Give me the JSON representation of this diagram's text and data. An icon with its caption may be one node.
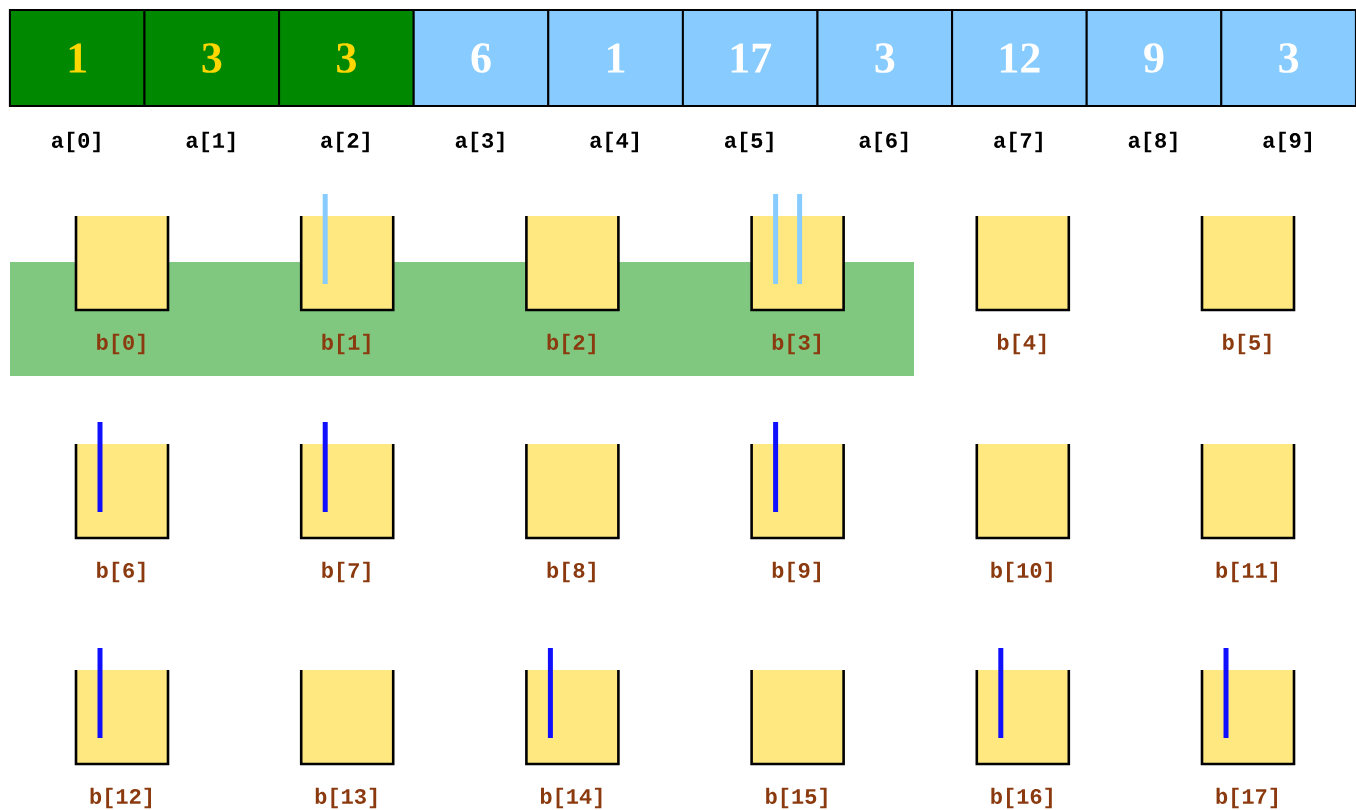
{
  "diagram": {
    "nodes": [
      {
        "text": [
          "1"
        ],
        "beside": [
          "a[0]"
        ]
      },
      {
        "text": [
          "3"
        ],
        "beside": [
          "a[1]"
        ]
      },
      {
        "text": [
          "3"
        ],
        "beside": [
          "a[2]"
        ]
      },
      {
        "text": [
          "6"
        ],
        "beside": [
          "a[3]"
        ]
      },
      {
        "text": [
          "1"
        ],
        "beside": [
          "a[4]"
        ]
      },
      {
        "text": [
          "17"
        ],
        "beside": [
          "a[5]"
        ]
      },
      {
        "text": [
          "3"
        ],
        "beside": [
          "a[6]"
        ]
      },
      {
        "text": [
          "12"
        ],
        "beside": [
          "a[7]"
        ]
      },
      {
        "text": [
          "9"
        ],
        "beside": [
          "a[8]"
        ]
      },
      {
        "text": [
          "3"
        ],
        "beside": [
          "a[9]"
        ]
      },
      {
        "text": [],
        "shape": "box",
        "beside": [
          "b[0]"
        ]
      },
      {
        "text": [],
        "shape": "box",
        "beside": [
          "b[1]"
        ]
      },
      {
        "text": [],
        "shape": "box",
        "beside": [
          "b[2]"
        ]
      },
      {
        "text": [],
        "shape": "box",
        "beside": [
          "b[3]"
        ]
      },
      {
        "text": [],
        "shape": "box",
        "beside": [
          "b[4]"
        ]
      },
      {
        "text": [],
        "shape": "box",
        "beside": [
          "b[5]"
        ]
      },
      {
        "text": [],
        "shape": "box",
        "beside": [
          "b[6]"
        ]
      },
      {
        "text": [],
        "shape": "box",
        "beside": [
          "b[7]"
        ]
      },
      {
        "text": [],
        "shape": "box",
        "beside": [
          "b[8]"
        ]
      },
      {
        "text": [],
        "shape": "box",
        "beside": [
          "b[9]"
        ]
      },
      {
        "text": [],
        "shape": "box",
        "beside": [
          "b[10]"
        ]
      },
      {
        "text": [],
        "shape": "box",
        "beside": [
          "b[11]"
        ]
      },
      {
        "text": [],
        "shape": "box",
        "beside": [
          "b[12]"
        ]
      },
      {
        "text": [],
        "shape": "box",
        "beside": [
          "b[13]"
        ]
      },
      {
        "text": [],
        "shape": "box",
        "beside": [
          "b[14]"
        ]
      },
      {
        "text": [],
        "shape": "box",
        "beside": [
          "b[15]"
        ]
      },
      {
        "text": [],
        "shape": "box",
        "beside": [
          "b[16]"
        ]
      },
      {
        "text": [],
        "shape": "box",
        "beside": [
          "b[17]"
        ]
      }
    ]
  }
}
